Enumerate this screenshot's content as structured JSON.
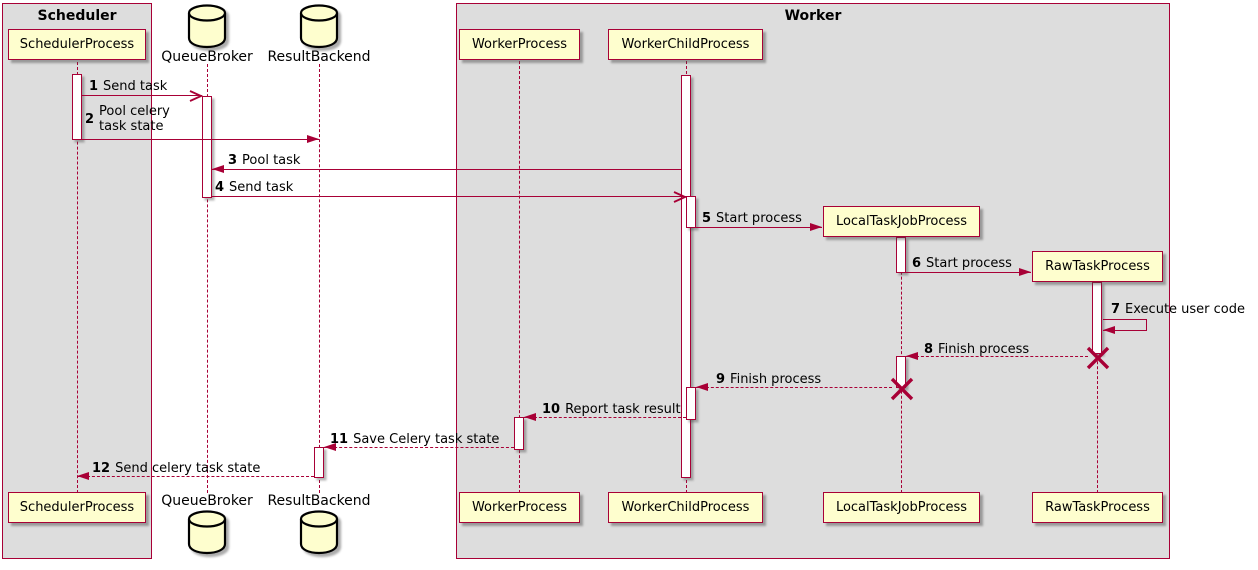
{
  "colors": {
    "accent": "#A80036",
    "participant_fill": "#FEFECE",
    "group_fill": "#DDDDDD",
    "text": "#000000",
    "background": "#FFFFFF"
  },
  "groups": {
    "scheduler": {
      "title": "Scheduler"
    },
    "worker": {
      "title": "Worker"
    }
  },
  "participants": {
    "scheduler_process": {
      "label": "SchedulerProcess",
      "type": "participant"
    },
    "queue_broker": {
      "label": "QueueBroker",
      "type": "database"
    },
    "result_backend": {
      "label": "ResultBackend",
      "type": "database"
    },
    "worker_process": {
      "label": "WorkerProcess",
      "type": "participant"
    },
    "worker_child_process": {
      "label": "WorkerChildProcess",
      "type": "participant"
    },
    "local_task_job_process": {
      "label": "LocalTaskJobProcess",
      "type": "participant"
    },
    "raw_task_process": {
      "label": "RawTaskProcess",
      "type": "participant"
    }
  },
  "messages": [
    {
      "num": "1",
      "text": "Send task",
      "from": "SchedulerProcess",
      "to": "QueueBroker",
      "style": "solid-async"
    },
    {
      "num": "2",
      "text": "Pool celery task state",
      "from": "SchedulerProcess",
      "to": "ResultBackend",
      "style": "solid"
    },
    {
      "num": "3",
      "text": "Pool task",
      "from": "WorkerChildProcess",
      "to": "QueueBroker",
      "style": "solid"
    },
    {
      "num": "4",
      "text": "Send task",
      "from": "QueueBroker",
      "to": "WorkerChildProcess",
      "style": "solid-async"
    },
    {
      "num": "5",
      "text": "Start process",
      "from": "WorkerChildProcess",
      "to": "LocalTaskJobProcess",
      "style": "solid"
    },
    {
      "num": "6",
      "text": "Start process",
      "from": "LocalTaskJobProcess",
      "to": "RawTaskProcess",
      "style": "solid"
    },
    {
      "num": "7",
      "text": "Execute user code",
      "from": "RawTaskProcess",
      "to": "RawTaskProcess",
      "style": "solid-self"
    },
    {
      "num": "8",
      "text": "Finish process",
      "from": "RawTaskProcess",
      "to": "LocalTaskJobProcess",
      "style": "dashed"
    },
    {
      "num": "9",
      "text": "Finish process",
      "from": "LocalTaskJobProcess",
      "to": "WorkerChildProcess",
      "style": "dashed"
    },
    {
      "num": "10",
      "text": "Report task result",
      "from": "WorkerChildProcess",
      "to": "WorkerProcess",
      "style": "dashed"
    },
    {
      "num": "11",
      "text": "Save Celery task state",
      "from": "WorkerProcess",
      "to": "ResultBackend",
      "style": "dashed"
    },
    {
      "num": "12",
      "text": "Send celery task state",
      "from": "ResultBackend",
      "to": "SchedulerProcess",
      "style": "dashed"
    }
  ]
}
